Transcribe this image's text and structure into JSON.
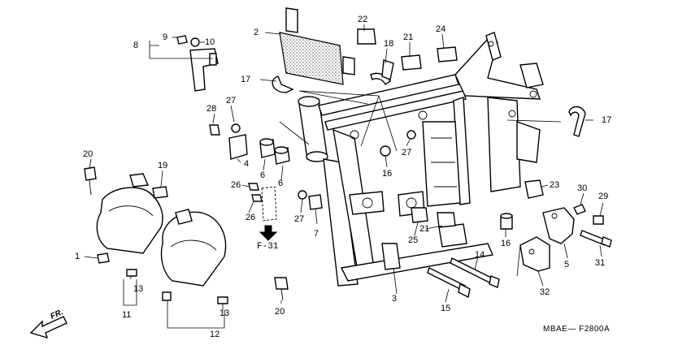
{
  "callouts": {
    "c1": "1",
    "c2": "2",
    "c3": "3",
    "c4": "4",
    "c5": "5",
    "c6a": "6",
    "c6b": "6",
    "c7": "7",
    "c8": "8",
    "c9": "9",
    "c10": "10",
    "c11": "11",
    "c12": "12",
    "c13a": "13",
    "c13b": "13",
    "c14": "14",
    "c15": "15",
    "c16a": "16",
    "c16b": "16",
    "c17a": "17",
    "c17b": "17",
    "c18": "18",
    "c19": "19",
    "c20a": "20",
    "c20b": "20",
    "c21a": "21",
    "c21b": "21",
    "c22": "22",
    "c23": "23",
    "c24": "24",
    "c25": "25",
    "c26a": "26",
    "c26b": "26",
    "c27a": "27",
    "c27b": "27",
    "c27c": "27",
    "c28": "28",
    "c29": "29",
    "c30": "30",
    "c31": "31",
    "c32": "32"
  },
  "reference": "F-31",
  "diagram_code": "MBAE— F2800A",
  "direction_label": "FR."
}
